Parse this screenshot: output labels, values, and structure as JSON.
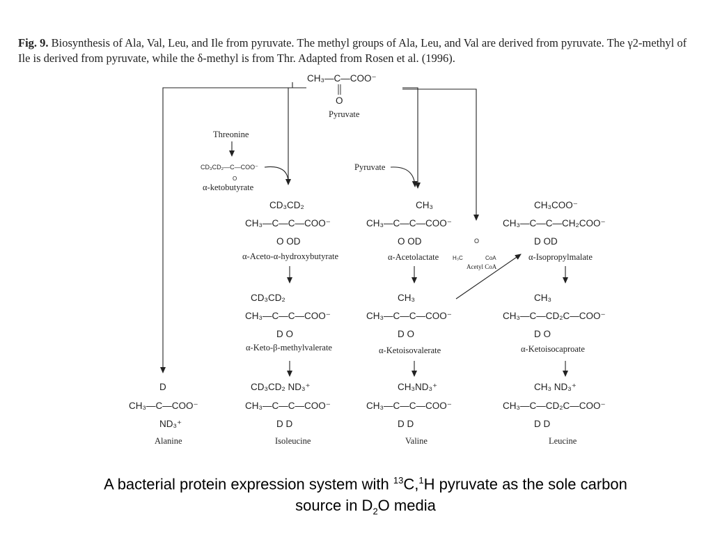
{
  "caption": {
    "label": "Fig. 9.",
    "text_1": " Biosynthesis of Ala, Val, Leu, and Ile from pyruvate. The methyl groups of Ala, Leu, and Val are derived from pyruvate. The ",
    "gamma": "γ",
    "text_2": "2-methyl of Ile is derived from pyruvate, while the ",
    "delta": "δ",
    "text_3": "-methyl is from Thr. Adapted from Rosen et al. (1996)."
  },
  "compounds": {
    "pyruvate": {
      "top": "CH₃—C—COO⁻",
      "bottom": "O",
      "name": "Pyruvate"
    },
    "threonine": {
      "name": "Threonine"
    },
    "ketobutyrate": {
      "formula": "CD₃CD₂—C—COO⁻",
      "bottom": "O",
      "name": "α-ketobutyrate"
    },
    "pyruvate_side": {
      "name": "Pyruvate"
    },
    "aceto_hydroxybutyrate": {
      "top": "CD₃CD₂",
      "main": "CH₃—C—C—COO⁻",
      "bottom": "O   OD",
      "name": "α-Aceto-α-hydroxybutyrate"
    },
    "acetolactate": {
      "top": "CH₃",
      "main": "CH₃—C—C—COO⁻",
      "bottom": "O   OD",
      "name": "α-Acetolactate"
    },
    "acetyl_coa": {
      "h3c": "H₃C",
      "o": "O",
      "coa": "CoA",
      "name": "Acetyl CoA"
    },
    "isopropylmalate": {
      "top": "CH₃COO⁻",
      "main": "CH₃—C—C—CH₂COO⁻",
      "bottom": "D   OD",
      "name": "α-Isopropylmalate"
    },
    "keto_methylvalerate": {
      "top": "CD₃CD₂",
      "main": "CH₃—C—C—COO⁻",
      "bottom": "D   O",
      "name": "α-Keto-β-methylvalerate"
    },
    "ketoisovalerate": {
      "top": "CH₃",
      "main": "CH₃—C—C—COO⁻",
      "bottom": "D   O",
      "name": "α-Ketoisovalerate"
    },
    "ketoisocaproate": {
      "top": "CH₃",
      "main": "CH₃—C—CD₂C—COO⁻",
      "bottom": "D         O",
      "name": "α-Ketoisocaproate"
    },
    "alanine": {
      "top": "D",
      "main": "CH₃—C—COO⁻",
      "bottom": "ND₃⁺",
      "name": "Alanine"
    },
    "isoleucine": {
      "top": "CD₃CD₂  ND₃⁺",
      "main": "CH₃—C—C—COO⁻",
      "bottom": "D   D",
      "name": "Isoleucine"
    },
    "valine": {
      "top": "CH₃ND₃⁺",
      "main": "CH₃—C—C—COO⁻",
      "bottom": "D   D",
      "name": "Valine"
    },
    "leucine": {
      "top": "CH₃     ND₃⁺",
      "main": "CH₃—C—CD₂C—COO⁻",
      "bottom": "D         D",
      "name": "Leucine"
    }
  },
  "footer": {
    "line1_a": "A bacterial protein expression system with ",
    "sup_13": "13",
    "line1_b": "C,",
    "sup_1": "1",
    "line1_c": "H pyruvate as the sole carbon",
    "line2_a": "source in D",
    "sub_2": "2",
    "line2_b": "O media"
  }
}
